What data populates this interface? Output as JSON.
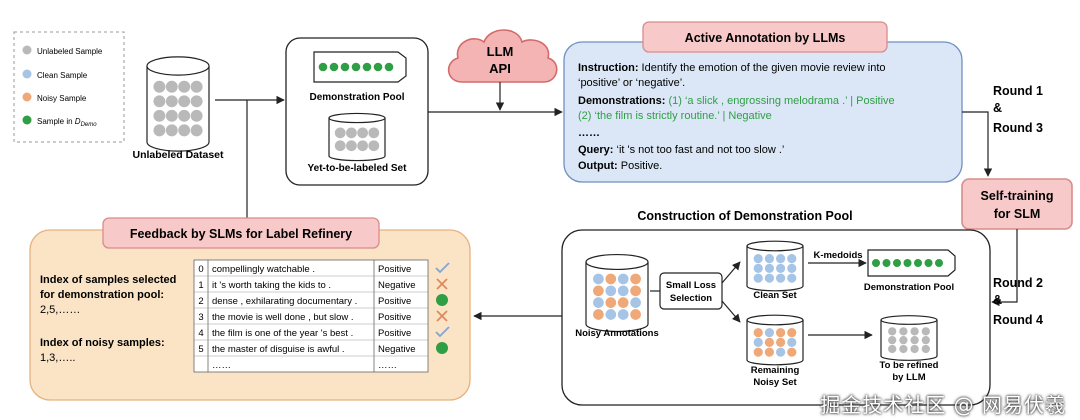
{
  "legend": {
    "unlabeled": "Unlabeled Sample",
    "clean": "Clean Sample",
    "noisy": "Noisy Sample",
    "demo_prefix": "Sample in ",
    "demo_symbol": "D",
    "demo_sub": "Demo"
  },
  "colors": {
    "gray": "#b9b9b9",
    "blue": "#a6c4e6",
    "orange": "#efa878",
    "green": "#2f9e44",
    "active_panel_fill": "#dbe7f6",
    "active_panel_stroke": "#6f8fc2",
    "feedback_panel_fill": "#fbe3c5",
    "feedback_panel_stroke": "#e6b27f",
    "title_fill": "#f7c9c9",
    "title_stroke": "#d98c8c",
    "cloud_fill": "#f4b4b4",
    "cloud_stroke": "#d46b6b",
    "demo_text_green": "#2f9e44"
  },
  "unlabeled_dataset": {
    "label": "Unlabeled Dataset"
  },
  "pool_box": {
    "demo_pool": "Demonstration Pool",
    "yet": "Yet-to-be-labeled Set"
  },
  "llm_api": {
    "line1": "LLM",
    "line2": "API"
  },
  "active": {
    "title": "Active Annotation by LLMs",
    "instruction_label": "Instruction:",
    "instruction_1": " Identify the emotion of the given movie review into",
    "instruction_2": "‘positive’ or ‘negative’.",
    "demos_label": "Demonstrations:",
    "demo1": " (1)  ‘a slick , engrossing melodrama .’ | Positive",
    "demo2": "(2) ‘the film is strictly routine.’ | Negative",
    "ellipsis": "……",
    "query_label": "Query:",
    "query": "  ‘it 's not too fast and not too slow .’",
    "output_label": "Output:",
    "output": " Positive."
  },
  "rounds": {
    "r1": "Round 1",
    "amp1": "&",
    "r3": "Round 3",
    "r2": "Round 2",
    "amp2": "&",
    "r4": "Round 4"
  },
  "self_training": {
    "line1": "Self-training",
    "line2": "for SLM"
  },
  "construction": {
    "title": "Construction of Demonstration Pool",
    "noisy_annotations": "Noisy Annotations",
    "small_loss_1": "Small Loss",
    "small_loss_2": "Selection",
    "clean_set": "Clean Set",
    "kmedoids": "K-medoids",
    "demo_pool": "Demonstration Pool",
    "remaining_1": "Remaining",
    "remaining_2": "Noisy Set",
    "refine_1": "To be refined",
    "refine_2": "by LLM"
  },
  "feedback": {
    "title": "Feedback by SLMs for Label Refinery",
    "selected_1": "Index of samples selected",
    "selected_2": "for demonstration pool:",
    "selected_vals": "2,5,……",
    "noisy_1": "Index of noisy samples:",
    "noisy_vals": "1,3,…..",
    "rows": [
      {
        "idx": "0",
        "text": "compellingly watchable .",
        "label": "Positive",
        "mark": "check"
      },
      {
        "idx": "1",
        "text": "it 's worth taking the kids to .",
        "label": "Negative",
        "mark": "cross"
      },
      {
        "idx": "2",
        "text": "dense , exhilarating documentary .",
        "label": "Positive",
        "mark": "dot"
      },
      {
        "idx": "3",
        "text": "the movie is well done , but slow .",
        "label": "Positive",
        "mark": "cross"
      },
      {
        "idx": "4",
        "text": "the film is one of the year 's best .",
        "label": "Positive",
        "mark": "check"
      },
      {
        "idx": "5",
        "text": "the master of disguise is awful .",
        "label": "Negative",
        "mark": "dot"
      },
      {
        "idx": "",
        "text": "……",
        "label": "……",
        "mark": ""
      }
    ]
  },
  "watermark": "掘金技术社区 @ 网易伏羲"
}
